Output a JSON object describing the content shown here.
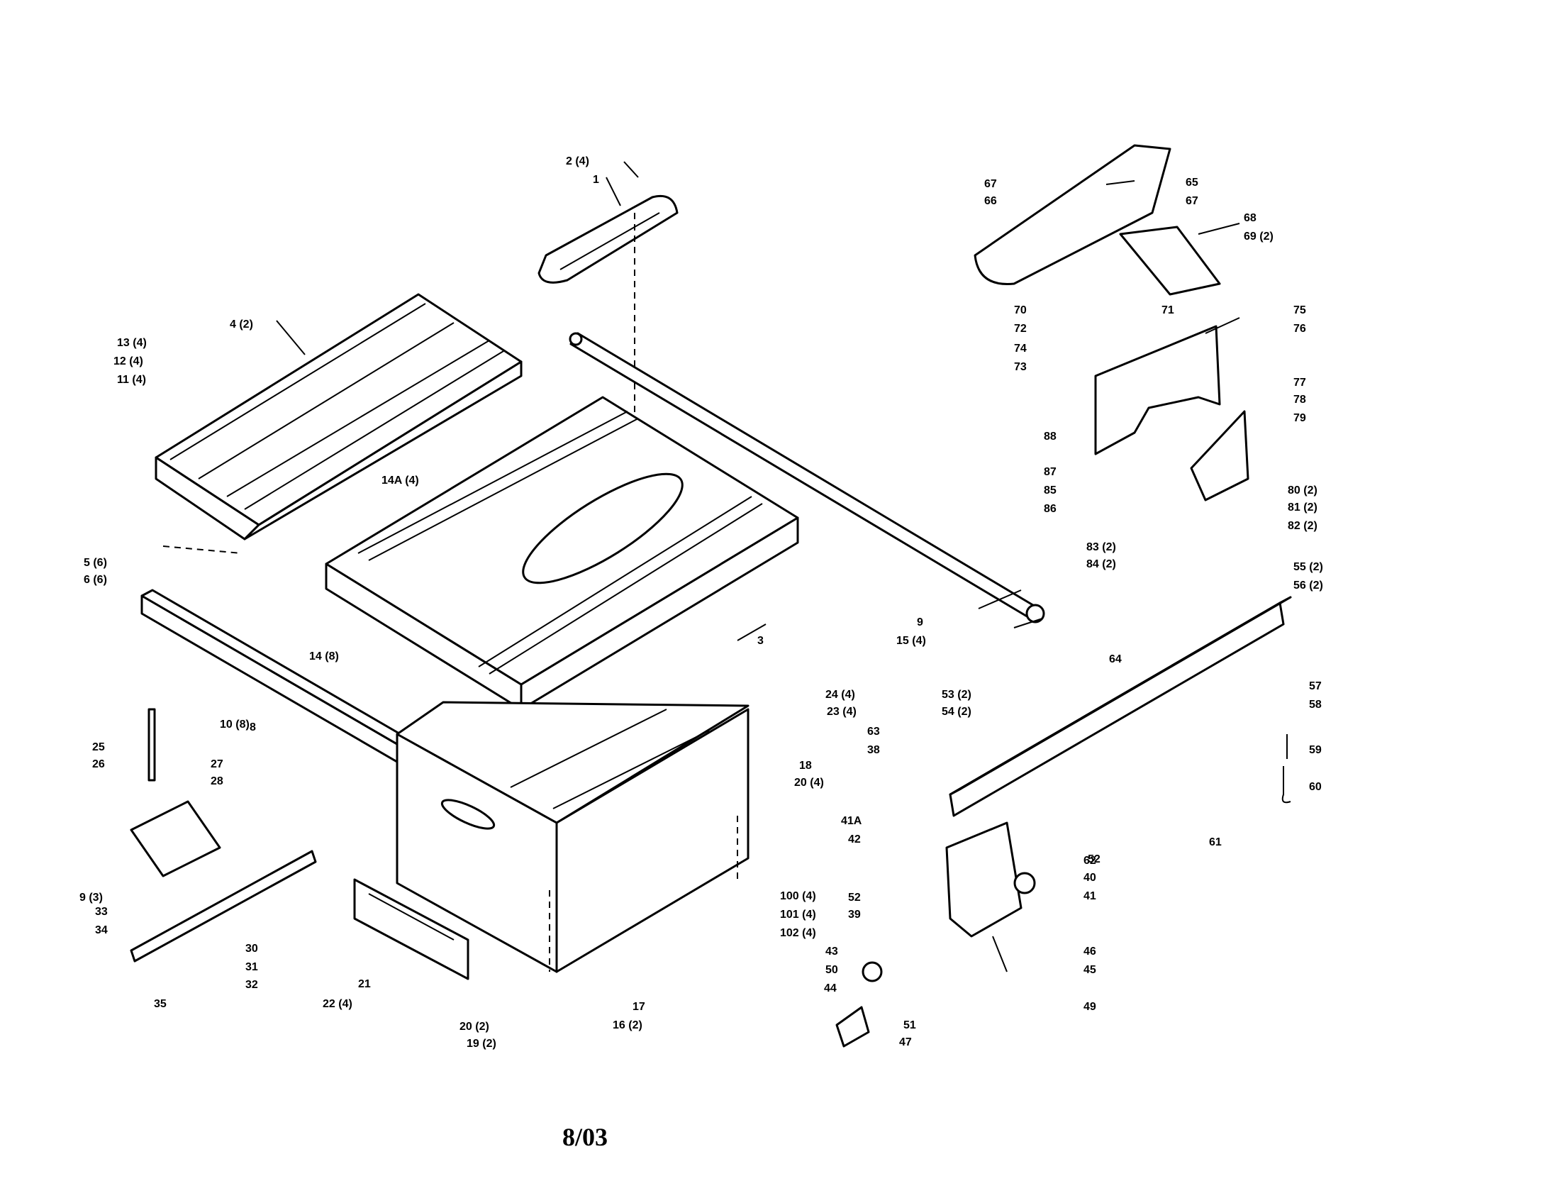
{
  "date_stamp": "8/03",
  "callouts": [
    {
      "id": "1",
      "label": "1"
    },
    {
      "id": "2",
      "label": "2 (4)"
    },
    {
      "id": "3",
      "label": "3"
    },
    {
      "id": "4",
      "label": "4 (2)"
    },
    {
      "id": "5",
      "label": "5 (6)"
    },
    {
      "id": "6",
      "label": "6 (6)"
    },
    {
      "id": "8",
      "label": "8"
    },
    {
      "id": "9a",
      "label": "9"
    },
    {
      "id": "9b",
      "label": "9 (3)"
    },
    {
      "id": "10",
      "label": "10 (8)"
    },
    {
      "id": "11",
      "label": "11 (4)"
    },
    {
      "id": "12",
      "label": "12 (4)"
    },
    {
      "id": "13",
      "label": "13 (4)"
    },
    {
      "id": "14",
      "label": "14 (8)"
    },
    {
      "id": "14A",
      "label": "14A (4)"
    },
    {
      "id": "15",
      "label": "15 (4)"
    },
    {
      "id": "16",
      "label": "16 (2)"
    },
    {
      "id": "17",
      "label": "17"
    },
    {
      "id": "18",
      "label": "18"
    },
    {
      "id": "19",
      "label": "19 (2)"
    },
    {
      "id": "20a",
      "label": "20 (4)"
    },
    {
      "id": "20b",
      "label": "20 (2)"
    },
    {
      "id": "21",
      "label": "21"
    },
    {
      "id": "22",
      "label": "22 (4)"
    },
    {
      "id": "23",
      "label": "23 (4)"
    },
    {
      "id": "24",
      "label": "24 (4)"
    },
    {
      "id": "25",
      "label": "25"
    },
    {
      "id": "26",
      "label": "26"
    },
    {
      "id": "27",
      "label": "27"
    },
    {
      "id": "28",
      "label": "28"
    },
    {
      "id": "30",
      "label": "30"
    },
    {
      "id": "31",
      "label": "31"
    },
    {
      "id": "32",
      "label": "32"
    },
    {
      "id": "33",
      "label": "33"
    },
    {
      "id": "34",
      "label": "34"
    },
    {
      "id": "35",
      "label": "35"
    },
    {
      "id": "38",
      "label": "38"
    },
    {
      "id": "39",
      "label": "39"
    },
    {
      "id": "40",
      "label": "40"
    },
    {
      "id": "41",
      "label": "41"
    },
    {
      "id": "41A",
      "label": "41A"
    },
    {
      "id": "42",
      "label": "42"
    },
    {
      "id": "43",
      "label": "43"
    },
    {
      "id": "44",
      "label": "44"
    },
    {
      "id": "45",
      "label": "45"
    },
    {
      "id": "46",
      "label": "46"
    },
    {
      "id": "47",
      "label": "47"
    },
    {
      "id": "49",
      "label": "49"
    },
    {
      "id": "50",
      "label": "50"
    },
    {
      "id": "51",
      "label": "51"
    },
    {
      "id": "52a",
      "label": "52"
    },
    {
      "id": "52b",
      "label": "52"
    },
    {
      "id": "53",
      "label": "53 (2)"
    },
    {
      "id": "54",
      "label": "54 (2)"
    },
    {
      "id": "55",
      "label": "55 (2)"
    },
    {
      "id": "56",
      "label": "56 (2)"
    },
    {
      "id": "57",
      "label": "57"
    },
    {
      "id": "58",
      "label": "58"
    },
    {
      "id": "59",
      "label": "59"
    },
    {
      "id": "60",
      "label": "60"
    },
    {
      "id": "61",
      "label": "61"
    },
    {
      "id": "62",
      "label": "62"
    },
    {
      "id": "63",
      "label": "63"
    },
    {
      "id": "64",
      "label": "64"
    },
    {
      "id": "65",
      "label": "65"
    },
    {
      "id": "66",
      "label": "66"
    },
    {
      "id": "67a",
      "label": "67"
    },
    {
      "id": "67b",
      "label": "67"
    },
    {
      "id": "68",
      "label": "68"
    },
    {
      "id": "69",
      "label": "69 (2)"
    },
    {
      "id": "70",
      "label": "70"
    },
    {
      "id": "71",
      "label": "71"
    },
    {
      "id": "72",
      "label": "72"
    },
    {
      "id": "73",
      "label": "73"
    },
    {
      "id": "74",
      "label": "74"
    },
    {
      "id": "75",
      "label": "75"
    },
    {
      "id": "76",
      "label": "76"
    },
    {
      "id": "77",
      "label": "77"
    },
    {
      "id": "78",
      "label": "78"
    },
    {
      "id": "79",
      "label": "79"
    },
    {
      "id": "80",
      "label": "80 (2)"
    },
    {
      "id": "81",
      "label": "81 (2)"
    },
    {
      "id": "82",
      "label": "82 (2)"
    },
    {
      "id": "83",
      "label": "83 (2)"
    },
    {
      "id": "84",
      "label": "84 (2)"
    },
    {
      "id": "85",
      "label": "85"
    },
    {
      "id": "86",
      "label": "86"
    },
    {
      "id": "87",
      "label": "87"
    },
    {
      "id": "88",
      "label": "88"
    },
    {
      "id": "100",
      "label": "100 (4)"
    },
    {
      "id": "101",
      "label": "101 (4)"
    },
    {
      "id": "102",
      "label": "102 (4)"
    }
  ]
}
